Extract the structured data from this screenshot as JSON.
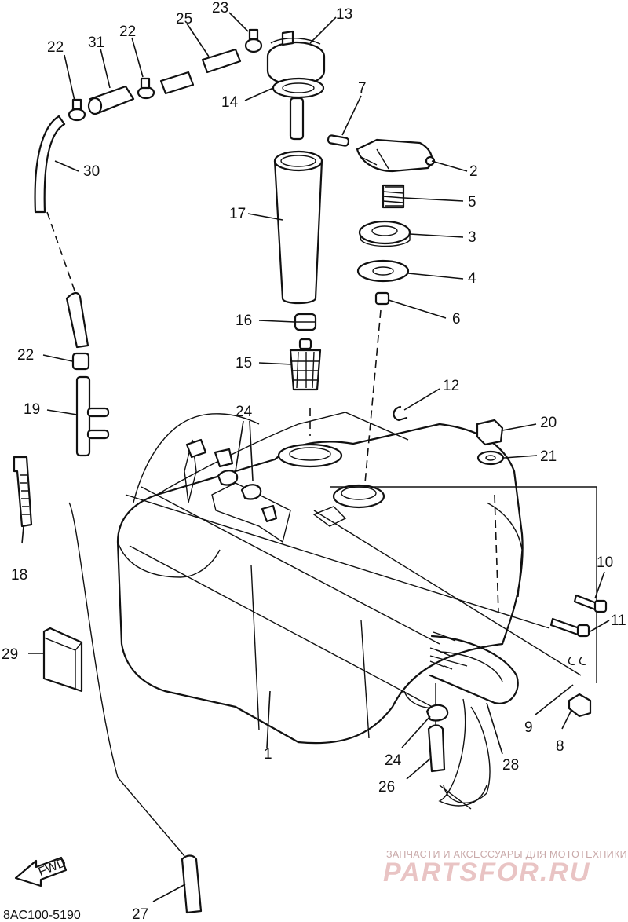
{
  "diagram": {
    "drawing_code": "8AC100-5190",
    "fwd_label": "FWD",
    "watermark": {
      "caption": "ЗАПЧАСТИ И АКСЕССУАРЫ ДЛЯ МОТОТЕХНИКИ",
      "logo_text": "PARTSFOR.RU"
    },
    "callouts": {
      "c1": "1",
      "c2": "2",
      "c3": "3",
      "c4": "4",
      "c5": "5",
      "c6": "6",
      "c7": "7",
      "c8": "8",
      "c9": "9",
      "c10": "10",
      "c11": "11",
      "c12": "12",
      "c13": "13",
      "c14": "14",
      "c15": "15",
      "c16": "16",
      "c17": "17",
      "c18": "18",
      "c19": "19",
      "c20": "20",
      "c21": "21",
      "c22a": "22",
      "c22b": "22",
      "c22c": "22",
      "c23": "23",
      "c24a": "24",
      "c24b": "24",
      "c25": "25",
      "c26": "26",
      "c27": "27",
      "c28": "28",
      "c29": "29",
      "c30": "30",
      "c31": "31"
    }
  }
}
